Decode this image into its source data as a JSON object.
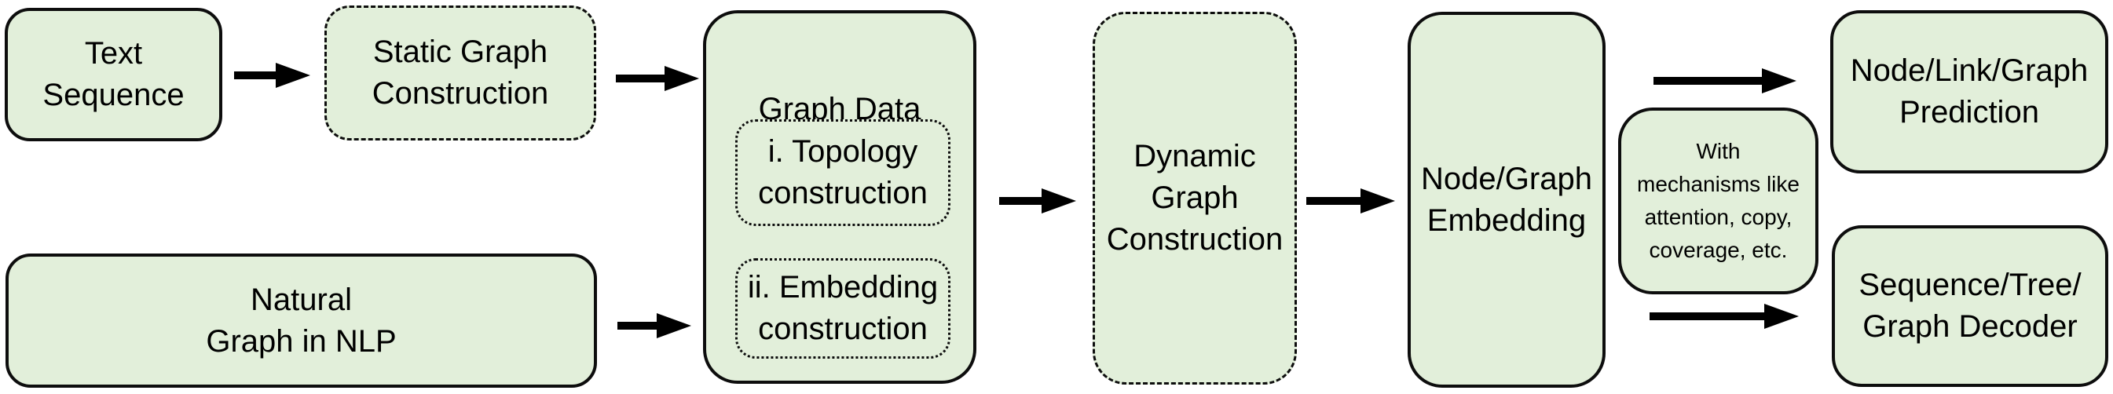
{
  "colors": {
    "background": "#ffffff",
    "box_fill": "#e2efda",
    "border_color": "#0d0d0d",
    "text_color": "#000000",
    "arrow_color": "#000000"
  },
  "boxes": {
    "text_sequence": {
      "label": "Text\nSequence"
    },
    "static_graph_construction": {
      "label": "Static Graph\nConstruction"
    },
    "natural_graph_in_nlp": {
      "label": "Natural\nGraph in NLP"
    },
    "graph_data": {
      "title": "Graph Data",
      "topology_construction": {
        "label": "i. Topology\nconstruction"
      },
      "embedding_construction": {
        "label": "ii. Embedding\nconstruction"
      }
    },
    "dynamic_graph_construction": {
      "label": "Dynamic\nGraph\nConstruction"
    },
    "node_graph_embedding": {
      "label": "Node/Graph\nEmbedding"
    },
    "mechanisms_note": {
      "label": "With\nmechanisms like\nattention, copy,\ncoverage, etc."
    },
    "node_link_graph_prediction": {
      "label": "Node/Link/Graph\nPrediction"
    },
    "sequence_tree_graph_decoder": {
      "label": "Sequence/Tree/\nGraph Decoder"
    }
  },
  "arrows": [
    {
      "from": "text_sequence",
      "to": "static_graph_construction"
    },
    {
      "from": "static_graph_construction",
      "to": "graph_data"
    },
    {
      "from": "natural_graph_in_nlp",
      "to": "graph_data"
    },
    {
      "from": "graph_data",
      "to": "dynamic_graph_construction"
    },
    {
      "from": "dynamic_graph_construction",
      "to": "node_graph_embedding"
    },
    {
      "from": "node_graph_embedding",
      "to": "node_link_graph_prediction"
    },
    {
      "from": "node_graph_embedding",
      "to": "sequence_tree_graph_decoder"
    }
  ]
}
